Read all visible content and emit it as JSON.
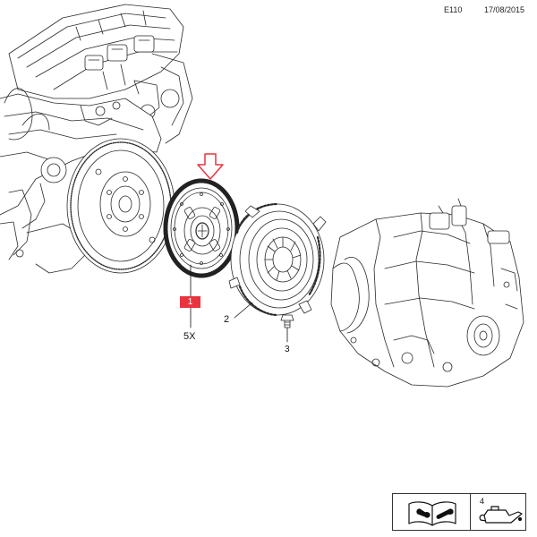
{
  "header": {
    "code": "E110",
    "date": "17/08/2015"
  },
  "callouts": {
    "part1": "1",
    "part1_qty": "5X",
    "part2": "2",
    "part3": "3"
  },
  "legend": {
    "book_icon": "book-wrench-icon",
    "oil_icon": "oil-can-icon",
    "oil_number": "4"
  },
  "colors": {
    "highlight": "#e8343f",
    "line": "#2a2a2a"
  }
}
